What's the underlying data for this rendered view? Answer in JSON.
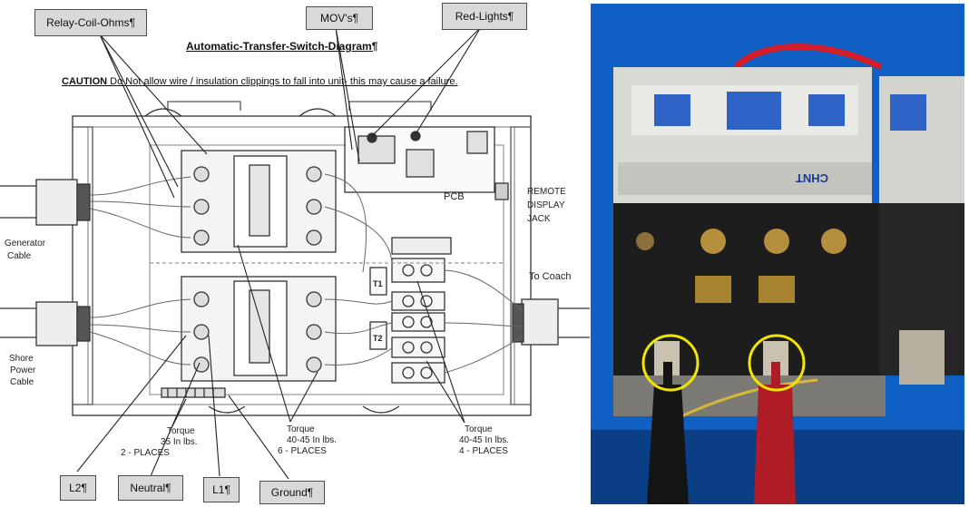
{
  "diagram": {
    "title": "Automatic-Transfer-Switch-Diagram¶",
    "caution_bold": "CAUTION",
    "caution_text": " Do Not allow wire / insulation clippings to fall into unit- this may cause a failure.",
    "callouts": {
      "relay_coil": "Relay-Coil-Ohms¶",
      "movs": "MOV's¶",
      "red_lights": "Red-Lights¶",
      "l2": "L2¶",
      "neutral": "Neutral¶",
      "l1": "L1¶",
      "ground": "Ground¶"
    },
    "labels": {
      "pcb": "PCB",
      "remote_1": "REMOTE",
      "remote_2": "DISPLAY",
      "remote_3": "JACK",
      "gen_1": "Generator",
      "gen_2": "Cable",
      "coach": "To Coach",
      "shore_1": "Shore",
      "shore_2": "Power",
      "shore_3": "Cable",
      "t1": "T1",
      "t2": "T2",
      "torque_a_1": "Torque",
      "torque_a_2": "35 In lbs.",
      "torque_a_3": "2 - PLACES",
      "torque_b_1": "Torque",
      "torque_b_2": "40-45 In lbs.",
      "torque_b_3": "6 - PLACES",
      "torque_c_1": "Torque",
      "torque_c_2": "40-45 In lbs.",
      "torque_c_3": "4 - PLACES"
    }
  },
  "photo": {
    "contactor_brand": "CHNT",
    "background_color": "#0f5fc4",
    "highlight_color": "#f2e600",
    "probe_colors": [
      "#151515",
      "#b01c25"
    ]
  }
}
